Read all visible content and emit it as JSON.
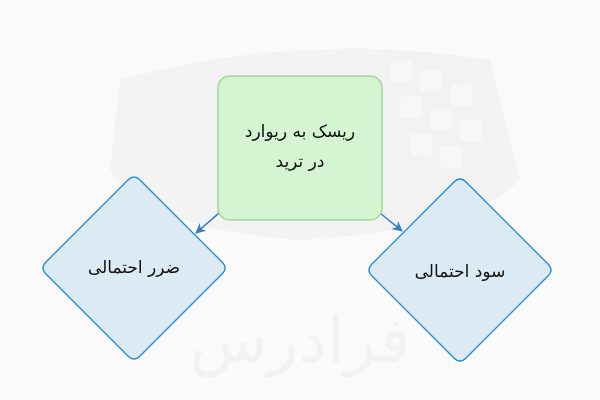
{
  "watermark": {
    "text": "فرادرس",
    "color": "#ececec"
  },
  "diagram": {
    "center_node": {
      "line1": "ریسک به ریوارد",
      "line2": "در ترید",
      "fill": "#d5f5d2",
      "stroke": "#9fd89a"
    },
    "left_node": {
      "label": "ضرر احتمالی",
      "fill": "#dbeaf3",
      "stroke": "#1e88d6"
    },
    "right_node": {
      "label": "سود احتمالی",
      "fill": "#dbeaf3",
      "stroke": "#1e88d6"
    },
    "arrow_color": "#3a7fc4"
  }
}
